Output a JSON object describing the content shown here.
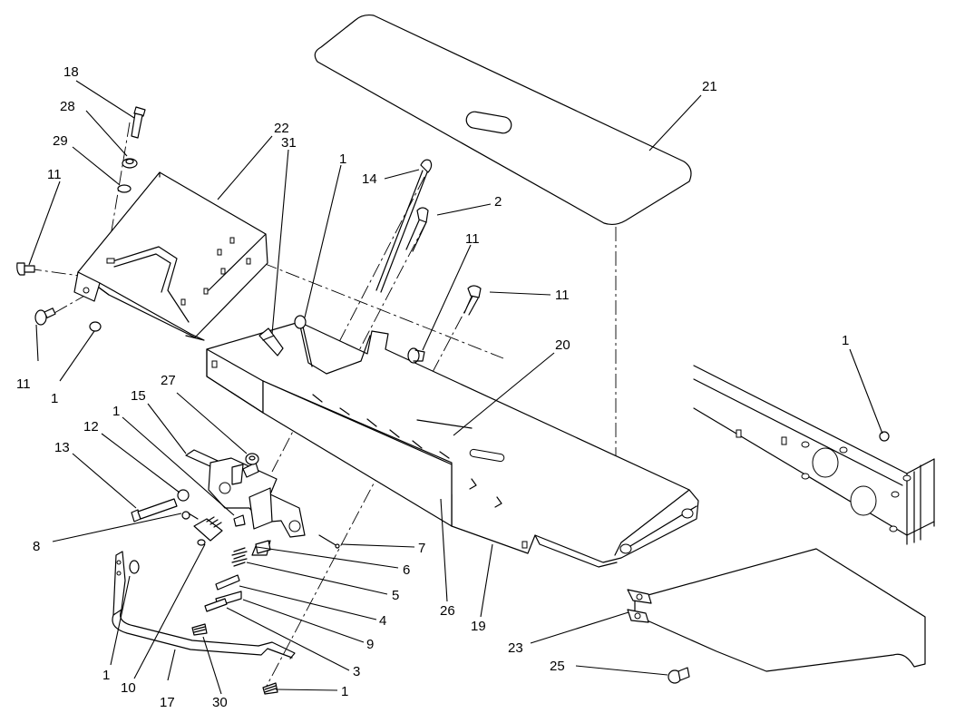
{
  "callouts": [
    {
      "id": "c18",
      "label": "18"
    },
    {
      "id": "c28",
      "label": "28"
    },
    {
      "id": "c29",
      "label": "29"
    },
    {
      "id": "c11a",
      "label": "11"
    },
    {
      "id": "c22",
      "label": "22"
    },
    {
      "id": "c31",
      "label": "31"
    },
    {
      "id": "c1a",
      "label": "1"
    },
    {
      "id": "c14",
      "label": "14"
    },
    {
      "id": "c21",
      "label": "21"
    },
    {
      "id": "c2",
      "label": "2"
    },
    {
      "id": "c11b",
      "label": "11"
    },
    {
      "id": "c11c",
      "label": "11"
    },
    {
      "id": "c11d",
      "label": "11"
    },
    {
      "id": "c1b",
      "label": "1"
    },
    {
      "id": "c20",
      "label": "20"
    },
    {
      "id": "c1c",
      "label": "1"
    },
    {
      "id": "c27",
      "label": "27"
    },
    {
      "id": "c15",
      "label": "15"
    },
    {
      "id": "c1d",
      "label": "1"
    },
    {
      "id": "c12",
      "label": "12"
    },
    {
      "id": "c13",
      "label": "13"
    },
    {
      "id": "c8",
      "label": "8"
    },
    {
      "id": "c7",
      "label": "7"
    },
    {
      "id": "c6",
      "label": "6"
    },
    {
      "id": "c5",
      "label": "5"
    },
    {
      "id": "c4",
      "label": "4"
    },
    {
      "id": "c9",
      "label": "9"
    },
    {
      "id": "c3",
      "label": "3"
    },
    {
      "id": "c26",
      "label": "26"
    },
    {
      "id": "c19",
      "label": "19"
    },
    {
      "id": "c23",
      "label": "23"
    },
    {
      "id": "c25",
      "label": "25"
    },
    {
      "id": "c1e",
      "label": "1"
    },
    {
      "id": "c10",
      "label": "10"
    },
    {
      "id": "c17",
      "label": "17"
    },
    {
      "id": "c30",
      "label": "30"
    },
    {
      "id": "c1f",
      "label": "1"
    }
  ]
}
